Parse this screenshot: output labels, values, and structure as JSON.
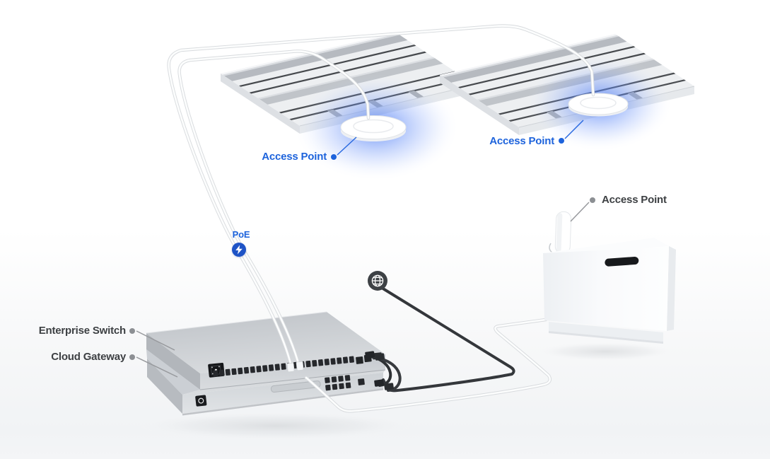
{
  "diagram": {
    "type": "network-topology-illustration",
    "labels": {
      "ceiling_ap_1": "Access Point",
      "ceiling_ap_2": "Access Point",
      "wall_ap": "Access Point",
      "poe": "PoE",
      "switch": "Enterprise Switch",
      "gateway": "Cloud Gateway"
    },
    "icons": {
      "poe_badge": "lightning-bolt-icon",
      "internet": "globe-icon"
    },
    "colors": {
      "accent_blue": "#1d63dc",
      "poe_badge_blue": "#1e53c6",
      "label_dark": "#3d4043",
      "leader_gray": "#8c8f93",
      "globe_dark": "#3d4145",
      "glow_blue": "#4d7bf3",
      "cable_dark": "#34373b",
      "cable_light": "#fcfdfd",
      "device_gray": "#cdd1d5",
      "background": "#ffffff"
    }
  }
}
